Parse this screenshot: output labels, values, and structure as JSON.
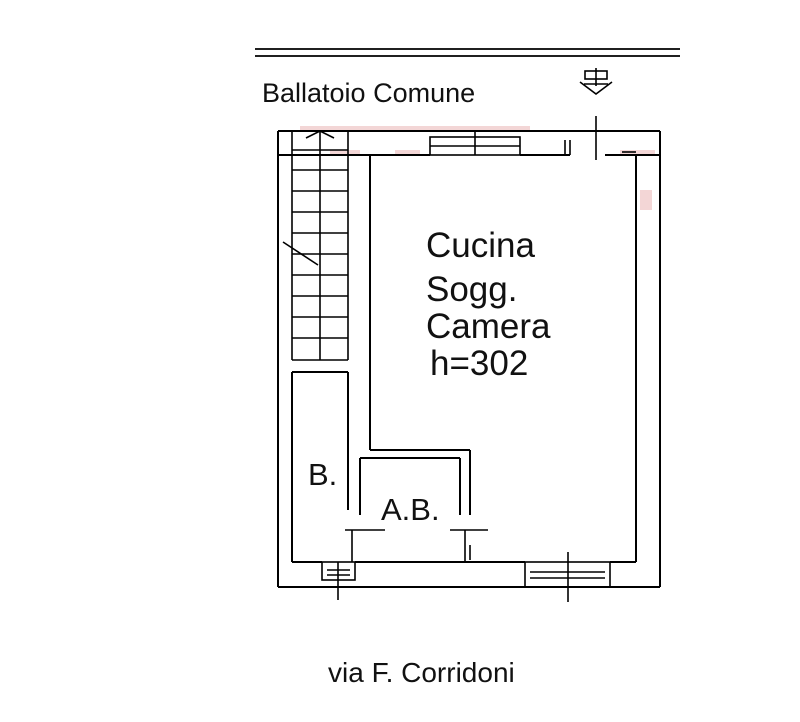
{
  "plan": {
    "top_label": "Ballatoio Comune",
    "street_label": "via F. Corridoni",
    "rooms": {
      "main": {
        "line1": "Cucina",
        "line2": "Sogg.",
        "line3": "Camera",
        "line4": "h=302"
      },
      "storage": "B.",
      "bathroom": "A.B."
    },
    "icons": [
      "north-arrow-icon"
    ],
    "colors": {
      "line": "#000000",
      "background": "#ffffff",
      "faint_red": "#f3d4d4"
    }
  }
}
